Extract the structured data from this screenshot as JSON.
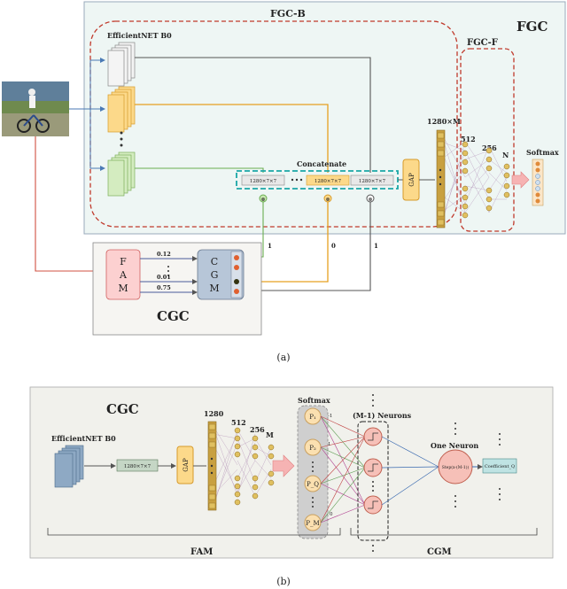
{
  "top": {
    "fgc_label": "FGC",
    "fgcb_label": "FGC-B",
    "fgcf_label": "FGC-F",
    "backbone_label": "EfficientNET B0",
    "concat_label": "Concatenate",
    "feat_label": "1280×7×7",
    "gap_label": "GAP",
    "dim_1280m": "1280×M",
    "dim_512": "512",
    "dim_256": "256",
    "dim_n": "N",
    "softmax_label": "Softmax",
    "fam_letters": [
      "F",
      "A",
      "M"
    ],
    "cgm_letters": [
      "C",
      "G",
      "M"
    ],
    "cgc_label": "CGC",
    "coef_values": [
      "0.12",
      "0.01",
      "0.75"
    ],
    "gate_values": [
      "1",
      "0",
      "1"
    ],
    "caption": "(a)"
  },
  "bottom": {
    "cgc_label": "CGC",
    "backbone_label": "EfficientNET B0",
    "feat_label": "1280×7×7",
    "gap_label": "GAP",
    "dim_1280": "1280",
    "dim_512": "512",
    "dim_256": "256",
    "dim_m": "M",
    "softmax_label": "Softmax",
    "prob_labels": [
      "P₁",
      "P₂",
      "P_Q",
      "P_M"
    ],
    "neurons_label": "(M-1) Neurons",
    "one_neuron_label": "One Neuron",
    "step_label": "Step(x-(M-1))",
    "coef_label": "Coefficient_Q",
    "weight_minus": "-1",
    "weight_one": "1",
    "weight_zero": "0",
    "fam_label": "FAM",
    "cgm_label": "CGM",
    "caption": "(b)"
  }
}
